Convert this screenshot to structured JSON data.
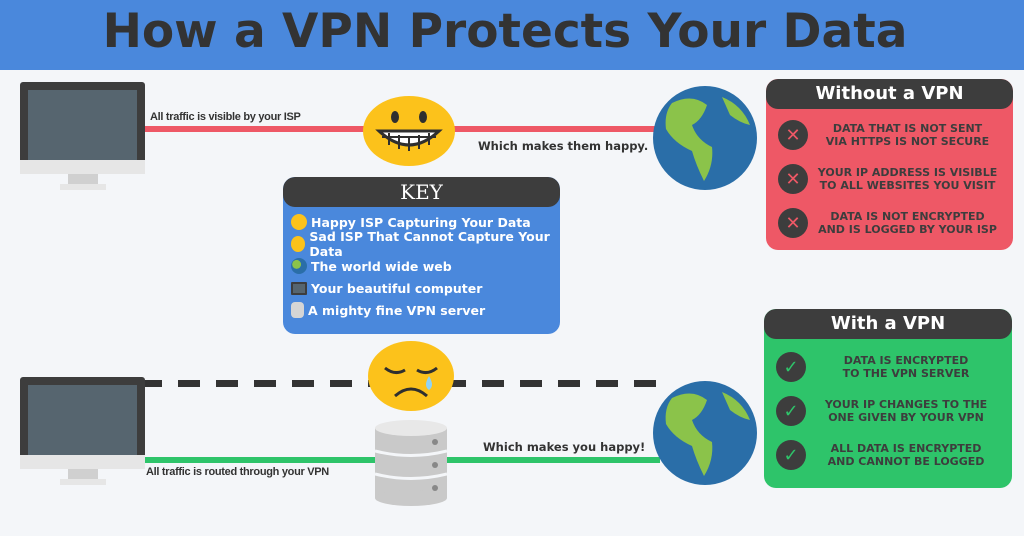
{
  "title": "How a VPN Protects Your Data",
  "colors": {
    "header": "#4a88dc",
    "red": "#ee5866",
    "green": "#2ec46a",
    "dark": "#3d3d3d",
    "key": "#4a88dc"
  },
  "top_path": {
    "label_left": "All traffic is visible by your ISP",
    "label_right": "Which makes them happy."
  },
  "bottom_path": {
    "label_left": "All traffic is routed through your VPN",
    "label_right": "Which makes you happy!"
  },
  "key": {
    "title": "KEY",
    "items": [
      {
        "icon": "happy-face-icon",
        "label": "Happy ISP Capturing Your Data"
      },
      {
        "icon": "sad-face-icon",
        "label": "Sad ISP That Cannot Capture Your Data"
      },
      {
        "icon": "globe-icon",
        "label": "The world wide web"
      },
      {
        "icon": "computer-icon",
        "label": "Your beautiful computer"
      },
      {
        "icon": "server-icon",
        "label": "A mighty fine VPN server"
      }
    ]
  },
  "without_vpn": {
    "title": "Without a VPN",
    "items": [
      [
        "DATA THAT IS NOT SENT",
        "VIA HTTPS IS NOT SECURE"
      ],
      [
        "YOUR IP ADDRESS IS VISIBLE",
        "TO ALL WEBSITES YOU VISIT"
      ],
      [
        "DATA IS NOT ENCRYPTED",
        "AND IS LOGGED BY YOUR ISP"
      ]
    ]
  },
  "with_vpn": {
    "title": "With a VPN",
    "items": [
      [
        "DATA IS ENCRYPTED",
        "TO THE VPN SERVER"
      ],
      [
        "YOUR IP CHANGES TO THE",
        "ONE GIVEN BY YOUR VPN"
      ],
      [
        "ALL DATA IS ENCRYPTED",
        "AND CANNOT BE LOGGED"
      ]
    ]
  }
}
